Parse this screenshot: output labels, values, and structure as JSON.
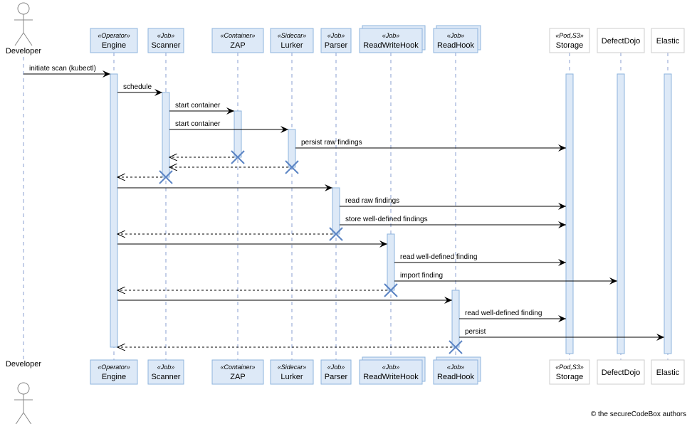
{
  "copyright": "© the secureCodeBox authors",
  "colors": {
    "box_fill": "#dde9f7",
    "box_stroke": "#8eb4de",
    "lifeline": "#8a9fd0",
    "activation_fill": "#dde9f7",
    "arrow": "#000000",
    "destroy": "#5b84c4",
    "actor_stroke": "#888888"
  },
  "participants": [
    {
      "id": "developer",
      "name": "Developer",
      "stereotype": "",
      "kind": "actor"
    },
    {
      "id": "engine",
      "name": "Engine",
      "stereotype": "«Operator»",
      "kind": "box"
    },
    {
      "id": "scanner",
      "name": "Scanner",
      "stereotype": "«Job»",
      "kind": "box"
    },
    {
      "id": "zap",
      "name": "ZAP",
      "stereotype": "«Container»",
      "kind": "box"
    },
    {
      "id": "lurker",
      "name": "Lurker",
      "stereotype": "«Sidecar»",
      "kind": "box"
    },
    {
      "id": "parser",
      "name": "Parser",
      "stereotype": "«Job»",
      "kind": "box"
    },
    {
      "id": "readwritehook",
      "name": "ReadWriteHook",
      "stereotype": "«Job»",
      "kind": "collection"
    },
    {
      "id": "readhook",
      "name": "ReadHook",
      "stereotype": "«Job»",
      "kind": "collection"
    },
    {
      "id": "storage",
      "name": "Storage",
      "stereotype": "«Pod,S3»",
      "kind": "plain"
    },
    {
      "id": "defectdojo",
      "name": "DefectDojo",
      "stereotype": "",
      "kind": "plain"
    },
    {
      "id": "elastic",
      "name": "Elastic",
      "stereotype": "",
      "kind": "plain"
    }
  ],
  "messages": [
    {
      "from": "developer",
      "to": "engine",
      "label": "initiate scan (kubectl)",
      "style": "sync"
    },
    {
      "from": "engine",
      "to": "scanner",
      "label": "schedule",
      "style": "sync"
    },
    {
      "from": "scanner",
      "to": "zap",
      "label": "start container",
      "style": "sync"
    },
    {
      "from": "scanner",
      "to": "lurker",
      "label": "start container",
      "style": "sync"
    },
    {
      "from": "lurker",
      "to": "storage",
      "label": "persist raw findings",
      "style": "sync"
    },
    {
      "from": "zap",
      "to": "scanner",
      "label": "",
      "style": "return"
    },
    {
      "from": "lurker",
      "to": "scanner",
      "label": "",
      "style": "return"
    },
    {
      "from": "scanner",
      "to": "engine",
      "label": "",
      "style": "return"
    },
    {
      "from": "engine",
      "to": "parser",
      "label": "",
      "style": "sync"
    },
    {
      "from": "parser",
      "to": "storage",
      "label": "read raw findings",
      "style": "sync"
    },
    {
      "from": "parser",
      "to": "storage",
      "label": "store well-defined findings",
      "style": "sync"
    },
    {
      "from": "parser",
      "to": "engine",
      "label": "",
      "style": "return"
    },
    {
      "from": "engine",
      "to": "readwritehook",
      "label": "",
      "style": "sync"
    },
    {
      "from": "readwritehook",
      "to": "storage",
      "label": "read well-defined finding",
      "style": "sync"
    },
    {
      "from": "readwritehook",
      "to": "defectdojo",
      "label": "import finding",
      "style": "sync"
    },
    {
      "from": "readwritehook",
      "to": "engine",
      "label": "",
      "style": "return"
    },
    {
      "from": "engine",
      "to": "readhook",
      "label": "",
      "style": "sync"
    },
    {
      "from": "readhook",
      "to": "storage",
      "label": "read well-defined finding",
      "style": "sync"
    },
    {
      "from": "readhook",
      "to": "elastic",
      "label": "persist",
      "style": "sync"
    },
    {
      "from": "readhook",
      "to": "engine",
      "label": "",
      "style": "return"
    }
  ]
}
